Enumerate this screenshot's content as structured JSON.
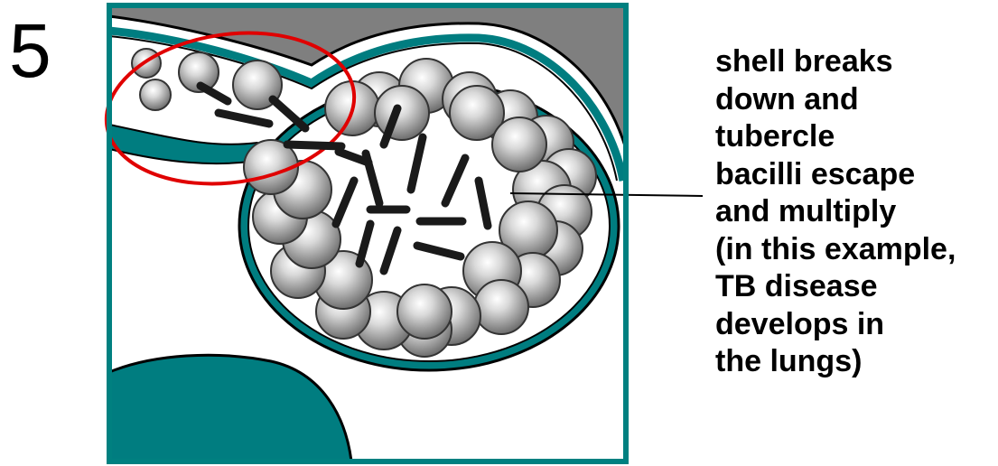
{
  "step_number": "5",
  "caption_lines": [
    "shell breaks",
    "down and",
    "tubercle",
    "bacilli escape",
    "and multiply",
    "(in this example,",
    "TB disease",
    "develops in",
    "the lungs)"
  ],
  "colors": {
    "frame": "#008080",
    "tissue": "#007d80",
    "airway_outer": "#7f7f7f",
    "highlight_circle": "#e00000",
    "bacilli": "#1a1a1a",
    "cell_light": "#f2f2f2",
    "cell_dark": "#6e6e6e"
  }
}
